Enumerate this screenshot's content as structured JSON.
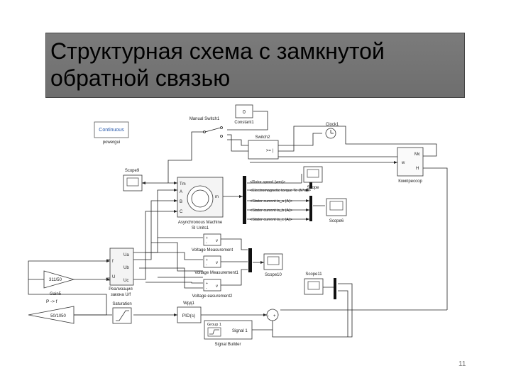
{
  "slide": {
    "title": "Структурная схема с замкнутой\nобратной связью",
    "page_number": "11"
  },
  "blocks": {
    "powergui_mode": "Continuous",
    "powergui": "powergui",
    "manual_switch": "Manual Switch1",
    "constant_value": "0",
    "constant": "Constant1",
    "clock": "Clock1",
    "switch": "Switch2",
    "switch_sign": ">= |",
    "scope9": "Scope9",
    "machine": "Asynchronous Machine",
    "machine_sub": "SI Units1",
    "machine_port_tm": "Tm",
    "machine_port_a": "A",
    "machine_port_b": "B",
    "machine_port_c": "C",
    "machine_port_m": "m",
    "bus_rotor": "<Rotor speed (wm)>",
    "bus_torque": "<Electromagnetic torque Te (N*m)>",
    "bus_isa": "<Stator current is_a (A)>",
    "bus_isb": "<Stator current is_b (A)>",
    "bus_isc": "<Stator current is_c (A)>",
    "scope": "Scope",
    "scope6": "Scope6",
    "compressor": "Компрессор",
    "compressor_w": "w",
    "compressor_mc": "Mc",
    "compressor_h": "H",
    "vm": "Voltage Measurement",
    "vm1": "Voltage Measurement1",
    "vm2": "Voltage easurement2",
    "scope10": "Scope10",
    "scope11": "Scope11",
    "uf_port_ua": "Ua",
    "uf_port_ub": "Ub",
    "uf_port_uc": "Uc",
    "uf_port_f": "f",
    "uf_port_u": "U",
    "uf_label_1": "Реализация",
    "uf_label_2": "закона U/f",
    "gain5_value": "311/50",
    "gain5": "Gain5",
    "gain_pf_value": "50/1050",
    "gain_pf_label": "P -> f",
    "saturation": "Saturation",
    "pid": "PID(s)",
    "pid_name": "Wрд1",
    "signal_group": "Group 1",
    "signal_out": "Signal 1",
    "signal_builder": "Signal Builder"
  },
  "colors": {
    "title_bg": "#737373",
    "line": "#222222",
    "block_border": "#333333"
  }
}
